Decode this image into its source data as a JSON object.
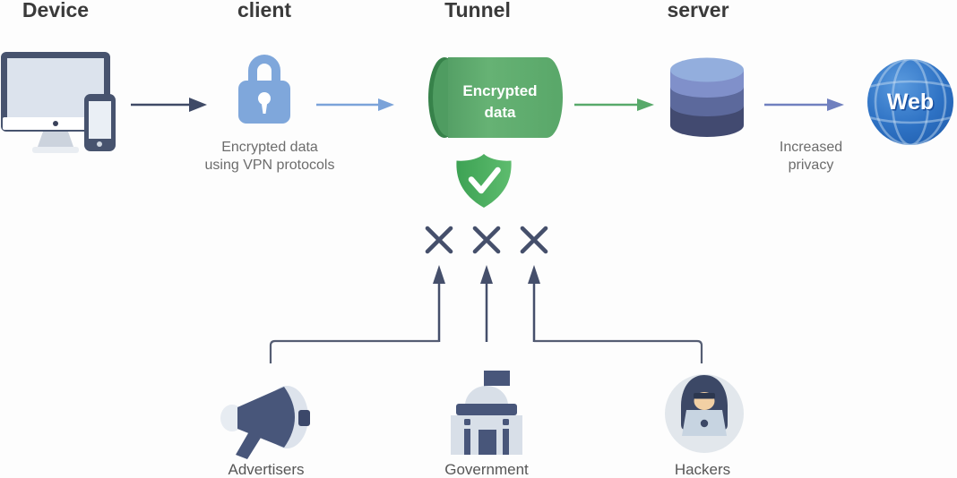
{
  "stages": {
    "device": {
      "title": "Device",
      "icon": "desktop-and-phone-icon"
    },
    "client": {
      "title": "client",
      "icon": "padlock-icon",
      "caption_line1": "Encrypted data",
      "caption_line2": "using VPN protocols"
    },
    "tunnel": {
      "title": "Tunnel",
      "icon": "green-cylinder-tunnel-icon",
      "cylinder_label_line1": "Encrypted",
      "cylinder_label_line2": "data"
    },
    "server": {
      "title": "server",
      "icon": "database-stack-icon"
    },
    "web": {
      "label": "Web",
      "icon": "globe-icon",
      "caption_line1": "Increased",
      "caption_line2": "privacy"
    }
  },
  "protection": {
    "shield_icon": "shield-check-icon",
    "blocked_marks_count": 3
  },
  "threats": {
    "advertisers": {
      "label": "Advertisers",
      "icon": "megaphone-icon"
    },
    "government": {
      "label": "Government",
      "icon": "government-building-icon"
    },
    "hackers": {
      "label": "Hackers",
      "icon": "hooded-hacker-icon"
    }
  },
  "colors": {
    "arrow_device_to_client": "#3f4a66",
    "arrow_client_to_tunnel": "#7ba3d9",
    "arrow_tunnel_to_server": "#58a96a",
    "arrow_server_to_web": "#7080bf",
    "lock_blue": "#7fa7db",
    "tunnel_green": "#58a469",
    "shield_green": "#46ab57",
    "server_layer_colors": [
      "#93aedd",
      "#8090ca",
      "#5c699c",
      "#424a70"
    ],
    "globe_blue": "#2e72c4",
    "block_line_color": "#4a546e",
    "threat_icon_dark": "#48567a",
    "threat_icon_light": "#d8dfe8"
  }
}
